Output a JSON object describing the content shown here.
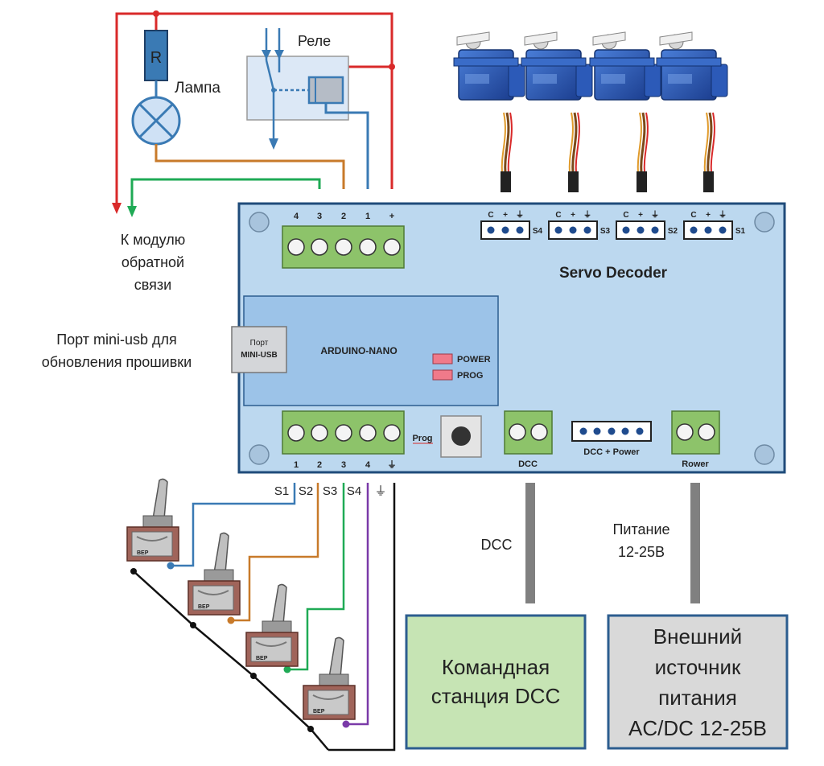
{
  "relay": {
    "label": "Реле"
  },
  "resistor": {
    "label": "R"
  },
  "lamp": {
    "label": "Лампа"
  },
  "feedback": {
    "line1": "К модулю",
    "line2": "обратной",
    "line3": "связи"
  },
  "usb_note": {
    "line1": "Порт mini-usb для",
    "line2": "обновления прошивки"
  },
  "usb_port": {
    "line1": "Порт",
    "line2": "MINI-USB"
  },
  "board": {
    "title": "Servo Decoder",
    "arduino": "ARDUINO-NANO",
    "power_led": "POWER",
    "prog_led": "PROG",
    "prog_button": "Prog",
    "top_terminal": [
      "4",
      "3",
      "2",
      "1",
      "+"
    ],
    "bottom_terminal": [
      "1",
      "2",
      "3",
      "4",
      "⏚"
    ],
    "servo_pin_labels": [
      "C",
      "+",
      "⏚"
    ],
    "servo_ports": [
      "S4",
      "S3",
      "S2",
      "S1"
    ],
    "dcc": "DCC",
    "dcc_power": "DCC + Power",
    "power": "Rower"
  },
  "switch_wires": [
    "S1",
    "S2",
    "S3",
    "S4",
    "⏚"
  ],
  "dcc_wire_label": "DCC",
  "power_wire_label": {
    "line1": "Питание",
    "line2": "12-25В"
  },
  "station_box": {
    "line1": "Командная",
    "line2": "станция DCC"
  },
  "power_box": {
    "line1": "Внешний",
    "line2": "источник",
    "line3": "питания",
    "line4": "AC/DC 12-25В"
  },
  "switch_brand": "BEP",
  "colors": {
    "red": "#d92a2a",
    "green": "#1faa55",
    "orange": "#c87a2a",
    "blue": "#3a7ab4",
    "purple": "#7a3aa8",
    "board": "#bcd8ef",
    "arduino": "#9cc3e8",
    "terminal": "#8dc36a",
    "station": "#c6e4b4",
    "power_box": "#d9d9d9"
  }
}
